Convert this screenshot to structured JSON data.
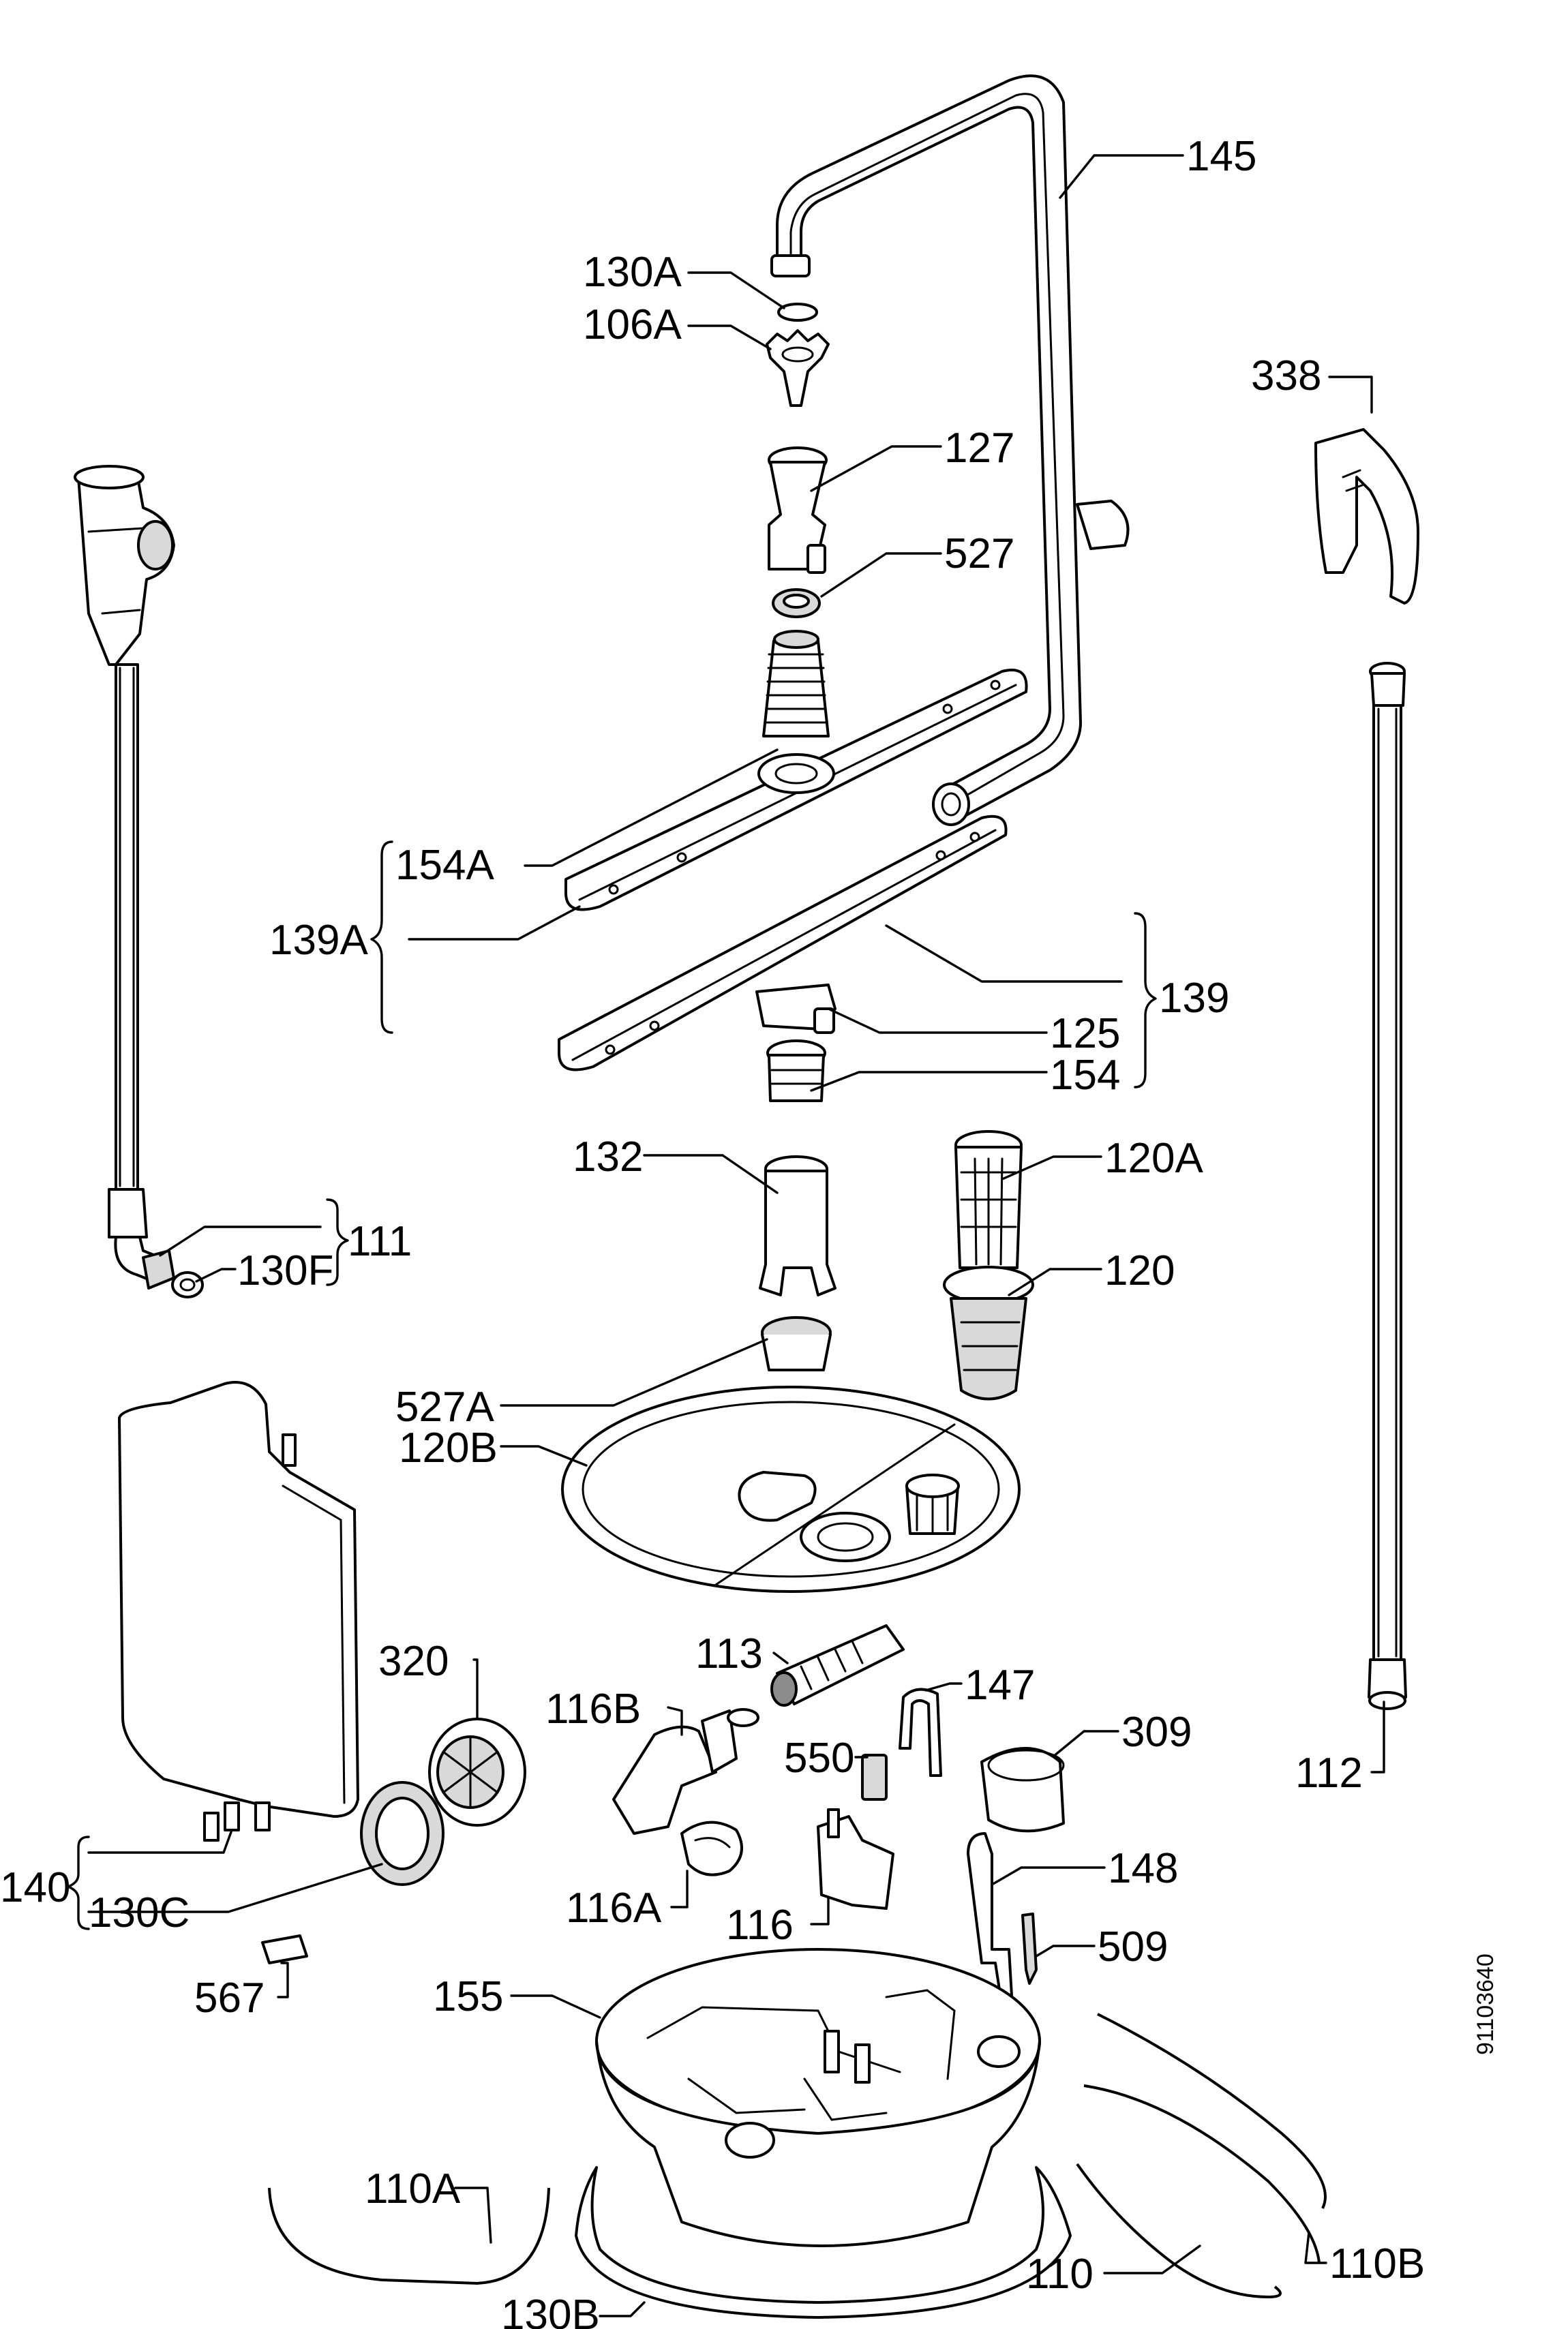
{
  "diagram": {
    "drawing_number": "91103640",
    "labels": {
      "p145": "145",
      "p130A": "130A",
      "p106A": "106A",
      "p338": "338",
      "p127": "127",
      "p527": "527",
      "p154A": "154A",
      "p139A": "139A",
      "p139": "139",
      "p125": "125",
      "p154": "154",
      "p132": "132",
      "p120A": "120A",
      "p120": "120",
      "p111": "111",
      "p130F": "130F",
      "p527A": "527A",
      "p120B": "120B",
      "p320": "320",
      "p113": "113",
      "p147": "147",
      "p116B": "116B",
      "p550": "550",
      "p309": "309",
      "p112": "112",
      "p140": "140",
      "p130C": "130C",
      "p116A": "116A",
      "p116": "116",
      "p148": "148",
      "p509": "509",
      "p567": "567",
      "p155": "155",
      "p110A": "110A",
      "p110": "110",
      "p110B": "110B",
      "p130B": "130B"
    }
  }
}
